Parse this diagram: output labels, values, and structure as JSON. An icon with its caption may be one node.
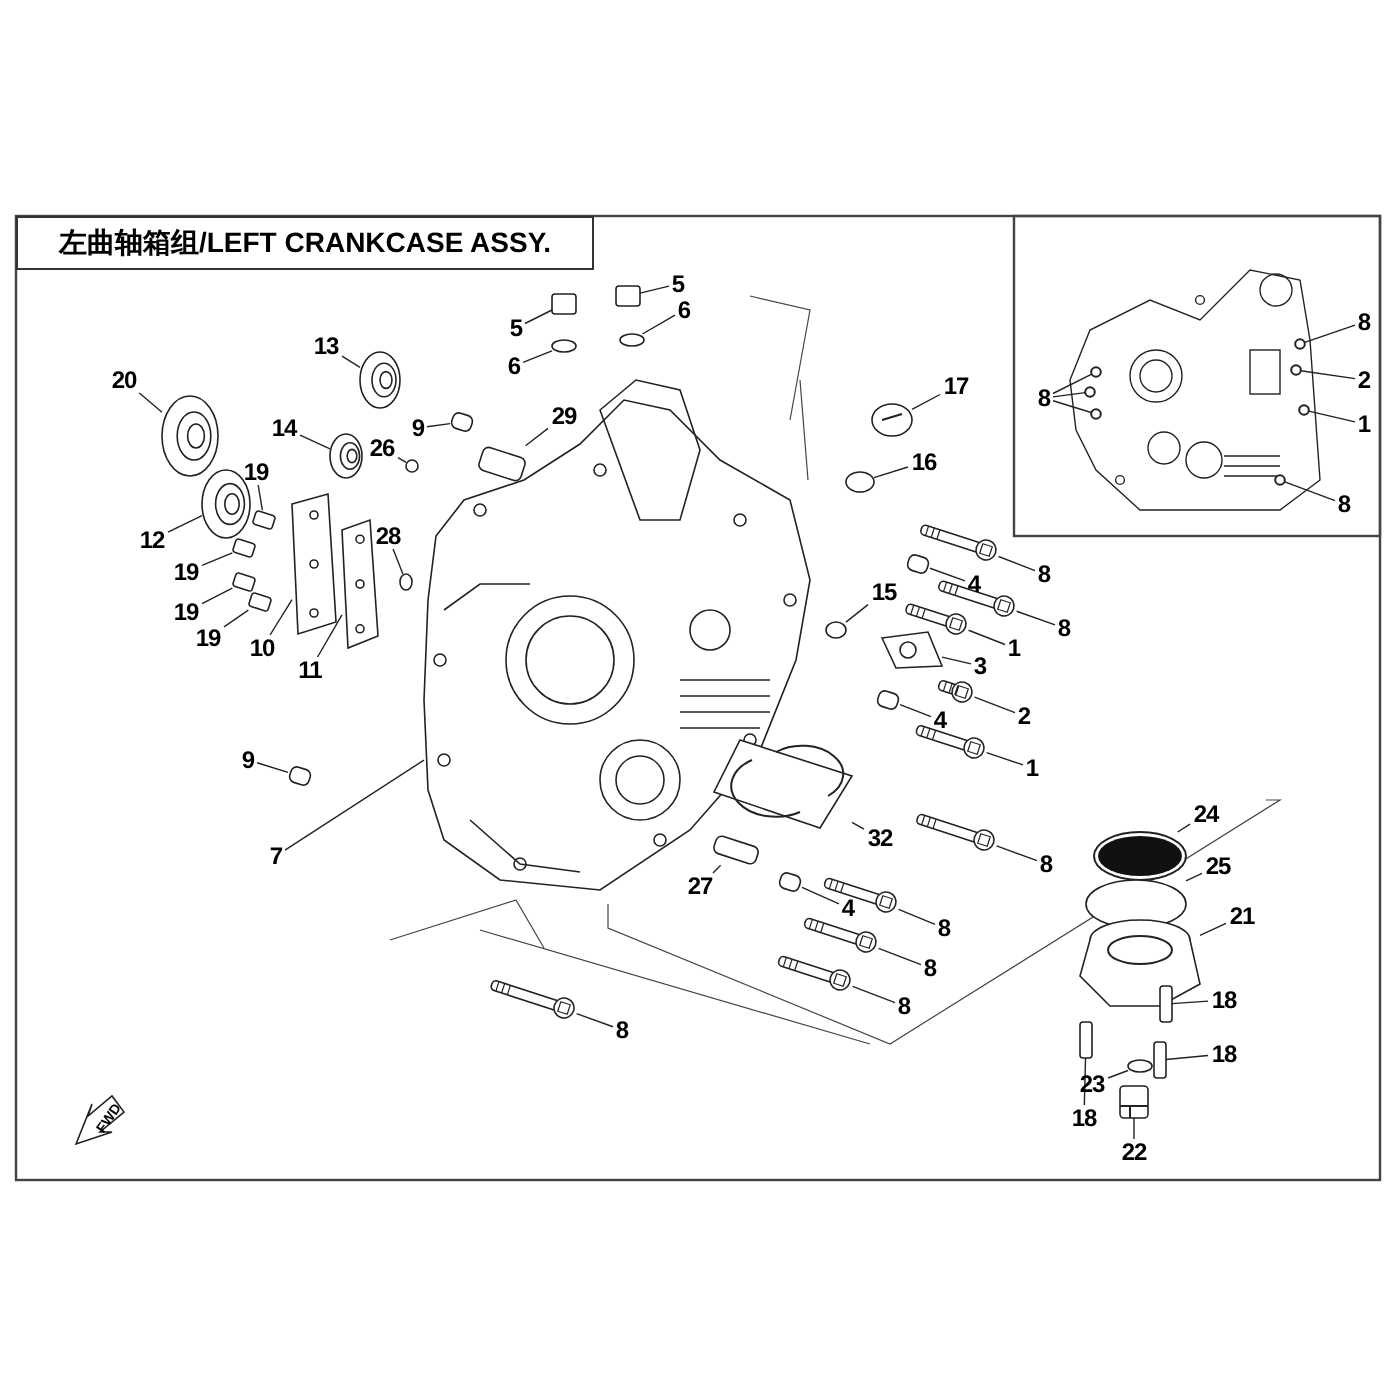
{
  "diagram": {
    "title": "左曲轴箱组/LEFT CRANKCASE ASSY.",
    "nodes": [
      {
        "text": [
          "20"
        ]
      },
      {
        "text": [
          "13"
        ]
      },
      {
        "text": [
          "5"
        ]
      },
      {
        "text": [
          "6"
        ]
      },
      {
        "text": [
          "5"
        ]
      },
      {
        "text": [
          "6"
        ]
      },
      {
        "text": [
          "17"
        ]
      },
      {
        "text": [
          "16"
        ]
      },
      {
        "text": [
          "14"
        ]
      },
      {
        "text": [
          "9"
        ]
      },
      {
        "text": [
          "26"
        ]
      },
      {
        "text": [
          "29"
        ]
      },
      {
        "text": [
          "19"
        ]
      },
      {
        "text": [
          "12"
        ]
      },
      {
        "text": [
          "28"
        ]
      },
      {
        "text": [
          "19"
        ]
      },
      {
        "text": [
          "19"
        ]
      },
      {
        "text": [
          "19"
        ]
      },
      {
        "text": [
          "10"
        ]
      },
      {
        "text": [
          "11"
        ]
      },
      {
        "text": [
          "15"
        ]
      },
      {
        "text": [
          "8"
        ]
      },
      {
        "text": [
          "4"
        ]
      },
      {
        "text": [
          "8"
        ]
      },
      {
        "text": [
          "1"
        ]
      },
      {
        "text": [
          "3"
        ]
      },
      {
        "text": [
          "2"
        ]
      },
      {
        "text": [
          "4"
        ]
      },
      {
        "text": [
          "1"
        ]
      },
      {
        "text": [
          "32"
        ]
      },
      {
        "text": [
          "9"
        ]
      },
      {
        "text": [
          "7"
        ]
      },
      {
        "text": [
          "27"
        ]
      },
      {
        "text": [
          "8"
        ]
      },
      {
        "text": [
          "4"
        ]
      },
      {
        "text": [
          "8"
        ]
      },
      {
        "text": [
          "8"
        ]
      },
      {
        "text": [
          "8"
        ]
      },
      {
        "text": [
          "8"
        ]
      },
      {
        "text": [
          "24"
        ]
      },
      {
        "text": [
          "25"
        ]
      },
      {
        "text": [
          "21"
        ]
      },
      {
        "text": [
          "18"
        ]
      },
      {
        "text": [
          "18"
        ]
      },
      {
        "text": [
          "23"
        ]
      },
      {
        "text": [
          "18"
        ]
      },
      {
        "text": [
          "22"
        ]
      },
      {
        "text": [
          "8"
        ]
      },
      {
        "text": [
          "2"
        ]
      },
      {
        "text": [
          "1"
        ]
      },
      {
        "text": [
          "8"
        ]
      },
      {
        "text": [
          "8"
        ]
      },
      {
        "text": [],
        "shape": "picture"
      },
      {
        "text": [],
        "shape": "picture"
      },
      {
        "text": [],
        "shape": "box"
      },
      {
        "text": [],
        "shape": "circle"
      },
      {
        "text": [],
        "shape": "box"
      },
      {
        "text": [],
        "shape": "circle"
      },
      {
        "text": [],
        "shape": "picture"
      },
      {
        "text": [],
        "shape": "circle"
      },
      {
        "text": [],
        "shape": "picture"
      },
      {
        "text": [],
        "shape": "box"
      },
      {
        "text": [],
        "shape": "circle"
      },
      {
        "text": [],
        "shape": "box"
      },
      {
        "text": [],
        "shape": "box"
      },
      {
        "text": [],
        "shape": "picture"
      },
      {
        "text": [],
        "shape": "circle"
      },
      {
        "text": [],
        "shape": "box"
      },
      {
        "text": [],
        "shape": "box"
      },
      {
        "text": [],
        "shape": "box"
      },
      {
        "text": [],
        "shape": "picture"
      },
      {
        "text": [],
        "shape": "picture"
      },
      {
        "text": [],
        "shape": "circle"
      },
      {
        "text": [],
        "shape": "bar"
      },
      {
        "text": [],
        "shape": "box"
      },
      {
        "text": [],
        "shape": "bar"
      },
      {
        "text": [],
        "shape": "bar"
      },
      {
        "text": [],
        "shape": "picture"
      },
      {
        "text": [],
        "shape": "bar"
      },
      {
        "text": [],
        "shape": "box"
      },
      {
        "text": [],
        "shape": "bar"
      },
      {
        "text": [],
        "shape": "picture"
      },
      {
        "text": [],
        "shape": "box"
      },
      {
        "text": [],
        "shape": "picture"
      },
      {
        "text": [],
        "shape": "box"
      },
      {
        "text": [],
        "shape": "bar"
      },
      {
        "text": [],
        "shape": "box"
      },
      {
        "text": [],
        "shape": "bar"
      },
      {
        "text": [],
        "shape": "bar"
      },
      {
        "text": [],
        "shape": "bar"
      },
      {
        "text": [],
        "shape": "bar"
      },
      {
        "text": [],
        "shape": "picture"
      },
      {
        "text": [],
        "shape": "circle"
      },
      {
        "text": [],
        "shape": "picture"
      },
      {
        "text": [],
        "shape": "box"
      },
      {
        "text": [],
        "shape": "box"
      },
      {
        "text": [],
        "shape": "circle"
      },
      {
        "text": [],
        "shape": "box"
      },
      {
        "text": [],
        "shape": "picture"
      },
      {
        "text": [],
        "shape": "circle"
      },
      {
        "text": [],
        "shape": "circle"
      },
      {
        "text": [],
        "shape": "circle"
      },
      {
        "text": [],
        "shape": "circle"
      },
      {
        "text": [],
        "shape": "circle"
      },
      {
        "text": [],
        "shape": "circle"
      },
      {
        "text": [],
        "shape": "circle"
      }
    ],
    "edges": [
      {
        "from": 0,
        "to": 52,
        "arrow": "none"
      },
      {
        "from": 1,
        "to": 53,
        "arrow": "none"
      },
      {
        "from": 2,
        "to": 54,
        "arrow": "none"
      },
      {
        "from": 3,
        "to": 55,
        "arrow": "none"
      },
      {
        "from": 4,
        "to": 56,
        "arrow": "none"
      },
      {
        "from": 5,
        "to": 57,
        "arrow": "none"
      },
      {
        "from": 6,
        "to": 58,
        "arrow": "none"
      },
      {
        "from": 7,
        "to": 59,
        "arrow": "none"
      },
      {
        "from": 8,
        "to": 60,
        "arrow": "none"
      },
      {
        "from": 9,
        "to": 61,
        "arrow": "none"
      },
      {
        "from": 10,
        "to": 62,
        "arrow": "none"
      },
      {
        "from": 11,
        "to": 63,
        "arrow": "none"
      },
      {
        "from": 12,
        "to": 64,
        "arrow": "none"
      },
      {
        "from": 13,
        "to": 65,
        "arrow": "none"
      },
      {
        "from": 14,
        "to": 66,
        "arrow": "none"
      },
      {
        "from": 15,
        "to": 67,
        "arrow": "none"
      },
      {
        "from": 16,
        "to": 68,
        "arrow": "none"
      },
      {
        "from": 17,
        "to": 69,
        "arrow": "none"
      },
      {
        "from": 18,
        "to": 70,
        "arrow": "none"
      },
      {
        "from": 19,
        "to": 71,
        "arrow": "none"
      },
      {
        "from": 20,
        "to": 72,
        "arrow": "none"
      },
      {
        "from": 21,
        "to": 73,
        "arrow": "none"
      },
      {
        "from": 22,
        "to": 74,
        "arrow": "none"
      },
      {
        "from": 23,
        "to": 75,
        "arrow": "none"
      },
      {
        "from": 24,
        "to": 76,
        "arrow": "none"
      },
      {
        "from": 25,
        "to": 77,
        "arrow": "none"
      },
      {
        "from": 26,
        "to": 78,
        "arrow": "none"
      },
      {
        "from": 27,
        "to": 79,
        "arrow": "none"
      },
      {
        "from": 28,
        "to": 80,
        "arrow": "none"
      },
      {
        "from": 29,
        "to": 81,
        "arrow": "none"
      },
      {
        "from": 30,
        "to": 82,
        "arrow": "none"
      },
      {
        "from": 31,
        "to": 83,
        "arrow": "none"
      },
      {
        "from": 32,
        "to": 84,
        "arrow": "none"
      },
      {
        "from": 33,
        "to": 85,
        "arrow": "none"
      },
      {
        "from": 34,
        "to": 86,
        "arrow": "none"
      },
      {
        "from": 35,
        "to": 87,
        "arrow": "none"
      },
      {
        "from": 36,
        "to": 88,
        "arrow": "none"
      },
      {
        "from": 37,
        "to": 89,
        "arrow": "none"
      },
      {
        "from": 38,
        "to": 90,
        "arrow": "none"
      },
      {
        "from": 39,
        "to": 91,
        "arrow": "none"
      },
      {
        "from": 40,
        "to": 92,
        "arrow": "none"
      },
      {
        "from": 41,
        "to": 93,
        "arrow": "none"
      },
      {
        "from": 42,
        "to": 94,
        "arrow": "none"
      },
      {
        "from": 43,
        "to": 95,
        "arrow": "none"
      },
      {
        "from": 44,
        "to": 96,
        "arrow": "none"
      },
      {
        "from": 45,
        "to": 97,
        "arrow": "none"
      },
      {
        "from": 46,
        "to": 98,
        "arrow": "none"
      },
      {
        "from": 47,
        "to": 99,
        "arrow": "none"
      },
      {
        "from": 48,
        "to": 100,
        "arrow": "none"
      },
      {
        "from": 49,
        "to": 101,
        "arrow": "none"
      },
      {
        "from": 50,
        "to": 102,
        "arrow": "none"
      },
      {
        "from": 51,
        "to": 103,
        "arrow": "none"
      },
      {
        "from": 51,
        "to": 104,
        "arrow": "none"
      },
      {
        "from": 51,
        "to": 105,
        "arrow": "none"
      }
    ],
    "labels": [
      "FWD"
    ]
  }
}
